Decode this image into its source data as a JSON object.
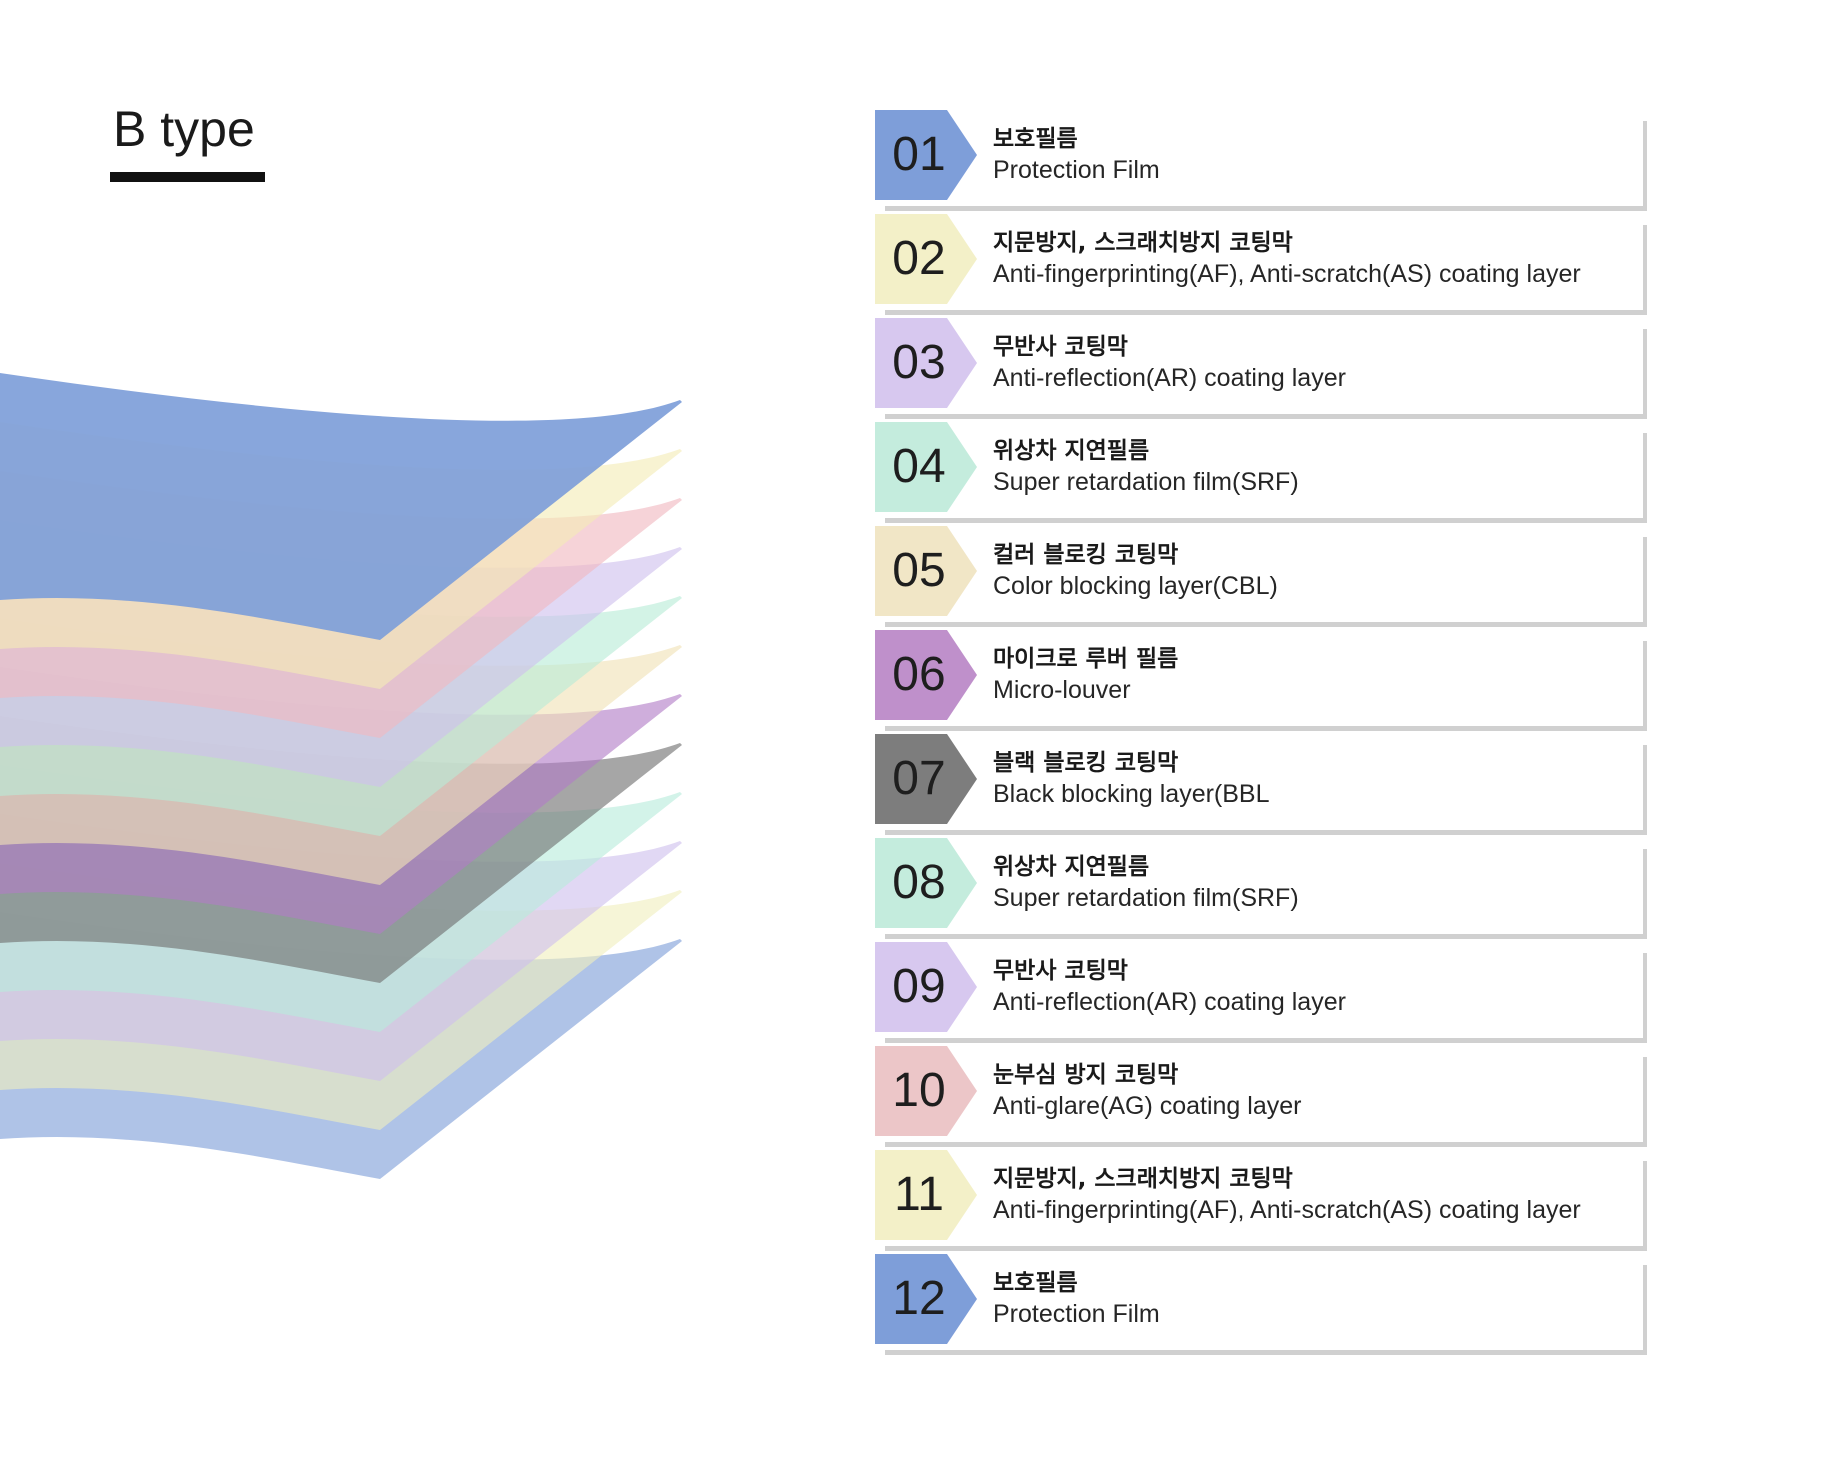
{
  "title": "B type",
  "layers": [
    {
      "number": "01",
      "ko": "보호필름",
      "en": "Protection Film",
      "color": "#7e9ed9"
    },
    {
      "number": "02",
      "ko": "지문방지, 스크래치방지  코팅막",
      "en": "Anti-fingerprinting(AF),  Anti-scratch(AS) coating layer",
      "color": "#f3f0c8"
    },
    {
      "number": "03",
      "ko": "무반사 코팅막",
      "en": "Anti-reflection(AR) coating layer",
      "color": "#d7c8ef"
    },
    {
      "number": "04",
      "ko": "위상차 지연필름",
      "en": "Super retardation film(SRF)",
      "color": "#c4ecdd"
    },
    {
      "number": "05",
      "ko": "컬러 블로킹 코팅막",
      "en": "Color blocking layer(CBL)",
      "color": "#f1e6c6"
    },
    {
      "number": "06",
      "ko": "마이크로 루버 필름",
      "en": "Micro-louver",
      "color": "#bf90cb"
    },
    {
      "number": "07",
      "ko": "블랙 블로킹 코팅막",
      "en": "Black blocking layer(BBL",
      "color": "#7d7d7d"
    },
    {
      "number": "08",
      "ko": "위상차 지연필름",
      "en": "Super retardation film(SRF)",
      "color": "#c4ecdd"
    },
    {
      "number": "09",
      "ko": "무반사 코팅막",
      "en": "Anti-reflection(AR) coating layer",
      "color": "#d7c8ef"
    },
    {
      "number": "10",
      "ko": "눈부심 방지 코팅막",
      "en": "Anti-glare(AG) coating layer",
      "color": "#ecc6c8"
    },
    {
      "number": "11",
      "ko": "지문방지, 스크래치방지  코팅막",
      "en": "Anti-fingerprinting(AF),  Anti-scratch(AS) coating layer",
      "color": "#f3f0c8"
    },
    {
      "number": "12",
      "ko": "보호필름",
      "en": "Protection Film",
      "color": "#7e9ed9"
    }
  ],
  "sheet_colors": [
    "#7e9ed9",
    "#f3ecb6",
    "#f0b8c0",
    "#cfc0ee",
    "#b8ecd6",
    "#f1e2b6",
    "#b27cc6",
    "#6f6f6f",
    "#b8ecdc",
    "#cfc0ee",
    "#f1efbf",
    "#7e9ed9"
  ]
}
